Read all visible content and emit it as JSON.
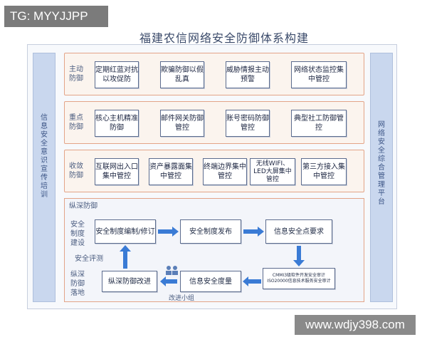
{
  "watermark_tag": "TG: MYYJJPP",
  "watermark_site": "www.wdjy398.com",
  "title": "福建农信网络安全防御体系构建",
  "left_sidebar": "信息安全意识宣传培训",
  "right_sidebar": "网络安全综合管理平台",
  "rows": [
    {
      "label": "主动防御",
      "items": [
        "定期红蓝对抗以攻促防",
        "欺骗防御以假乱真",
        "威胁情报主动预警",
        "网络状态监控集中管控"
      ]
    },
    {
      "label": "重点防御",
      "items": [
        "核心主机精准防御",
        "邮件网关防御管控",
        "账号密码防御管控",
        "典型社工防御管控"
      ]
    },
    {
      "label": "收敛防御",
      "items": [
        "互联网出入口集中管控",
        "资产暴露面集中管控",
        "终端边界集中管控",
        "无线WIFI、LED大屏集中管控",
        "第三方接入集中管控"
      ]
    }
  ],
  "depth": {
    "heading": "纵深防御",
    "label_policy": "安全制度建设",
    "label_eval": "安全评测",
    "label_landing": "纵深防御落地",
    "box_policy_edit": "安全制度编制/修订",
    "box_policy_publish": "安全制度发布",
    "box_requirements": "信息安全点要求",
    "box_standard": "CMMI3级软件开发安全审计\nISO20000信息技术服务安全审计",
    "box_measure": "信息安全度量",
    "box_improve": "纵深防御改进",
    "group_label": "改进小组"
  },
  "colors": {
    "accent": "#3a7bd5",
    "row_border": "#e3a488",
    "sidebar": "#c9d7ee"
  },
  "icons": [
    "arrow-right-icon",
    "arrow-down-icon",
    "arrow-left-icon",
    "arrow-up-icon",
    "people-icon"
  ]
}
